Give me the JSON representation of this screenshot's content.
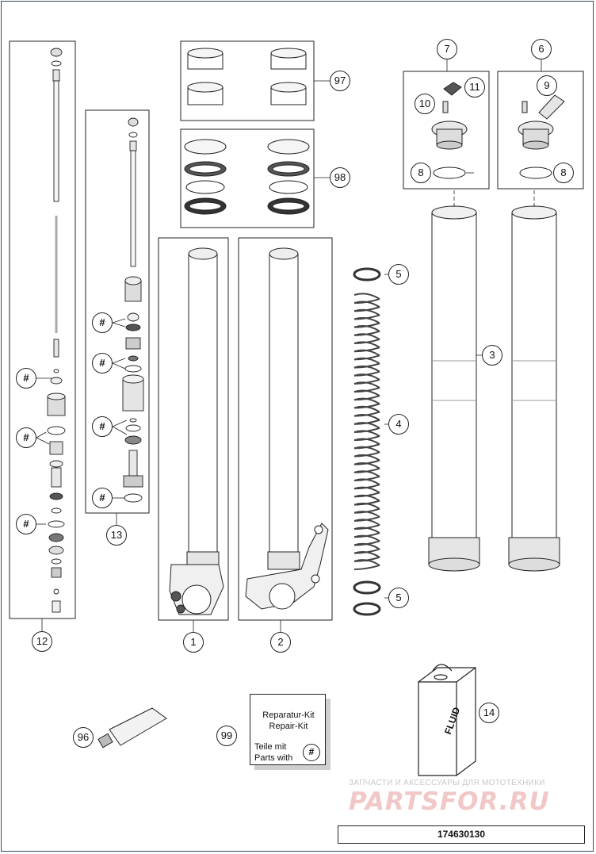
{
  "drawing_number": "174630130",
  "watermark": {
    "tagline": "ЗАПЧАСТИ И АКСЕССУАРЫ ДЛЯ МОТОТЕХНИКИ",
    "brand": "PARTSFOR.RU"
  },
  "kit_label": {
    "line1": "Reparatur-Kit",
    "line2": "Repair-Kit",
    "line3": "Teile mit",
    "line4": "Parts with",
    "symbol": "#"
  },
  "fluid_label": "FLUID",
  "callouts": {
    "c1": "1",
    "c2": "2",
    "c3": "3",
    "c4": "4",
    "c5a": "5",
    "c5b": "5",
    "c6": "6",
    "c7": "7",
    "c8a": "8",
    "c8b": "8",
    "c9": "9",
    "c10": "10",
    "c11": "11",
    "c12": "12",
    "c13": "13",
    "c14": "14",
    "c96": "96",
    "c97": "97",
    "c98": "98",
    "c99": "99",
    "h1": "#",
    "h2": "#",
    "h3": "#",
    "h4": "#",
    "h5": "#",
    "h6": "#",
    "h7": "#"
  }
}
